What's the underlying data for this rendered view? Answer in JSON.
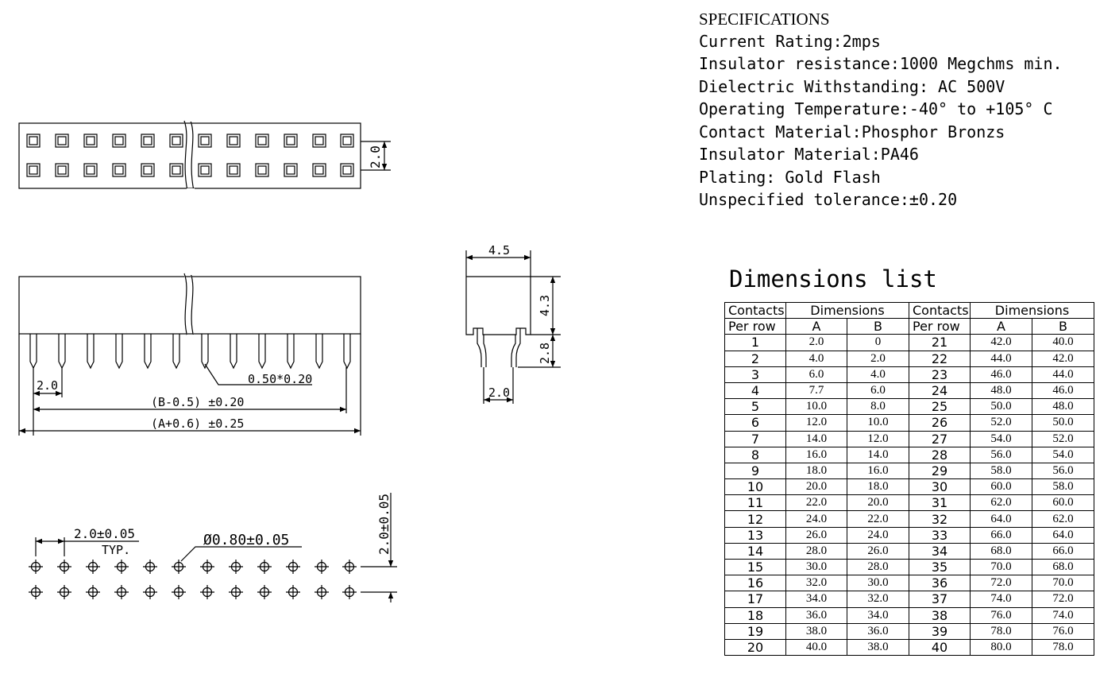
{
  "specifications": {
    "title": "SPECIFICATIONS",
    "lines": [
      "Current Rating:2mps",
      "Insulator resistance:1000 Megchms min.",
      "Dielectric Withstanding: AC 500V",
      "Operating Temperature:-40°  to +105° C",
      "Contact Material:Phosphor Bronzs",
      "Insulator Material:PA46",
      "Plating:  Gold Flash",
      "Unspecified tolerance:±0.20"
    ]
  },
  "dimensions_list": {
    "title": "Dimensions list",
    "headers": {
      "contacts_line1": "Contacts",
      "contacts_line2": "Per row",
      "dimensions": "Dimensions",
      "a": "A",
      "b": "B"
    },
    "rows": [
      [
        "1",
        "2.0",
        "0"
      ],
      [
        "2",
        "4.0",
        "2.0"
      ],
      [
        "3",
        "6.0",
        "4.0"
      ],
      [
        "4",
        "7.7",
        "6.0"
      ],
      [
        "5",
        "10.0",
        "8.0"
      ],
      [
        "6",
        "12.0",
        "10.0"
      ],
      [
        "7",
        "14.0",
        "12.0"
      ],
      [
        "8",
        "16.0",
        "14.0"
      ],
      [
        "9",
        "18.0",
        "16.0"
      ],
      [
        "10",
        "20.0",
        "18.0"
      ],
      [
        "11",
        "22.0",
        "20.0"
      ],
      [
        "12",
        "24.0",
        "22.0"
      ],
      [
        "13",
        "26.0",
        "24.0"
      ],
      [
        "14",
        "28.0",
        "26.0"
      ],
      [
        "15",
        "30.0",
        "28.0"
      ],
      [
        "16",
        "32.0",
        "30.0"
      ],
      [
        "17",
        "34.0",
        "32.0"
      ],
      [
        "18",
        "36.0",
        "34.0"
      ],
      [
        "19",
        "38.0",
        "36.0"
      ],
      [
        "20",
        "40.0",
        "38.0"
      ],
      [
        "21",
        "42.0",
        "40.0"
      ],
      [
        "22",
        "44.0",
        "42.0"
      ],
      [
        "23",
        "46.0",
        "44.0"
      ],
      [
        "24",
        "48.0",
        "46.0"
      ],
      [
        "25",
        "50.0",
        "48.0"
      ],
      [
        "26",
        "52.0",
        "50.0"
      ],
      [
        "27",
        "54.0",
        "52.0"
      ],
      [
        "28",
        "56.0",
        "54.0"
      ],
      [
        "29",
        "58.0",
        "56.0"
      ],
      [
        "30",
        "60.0",
        "58.0"
      ],
      [
        "31",
        "62.0",
        "60.0"
      ],
      [
        "32",
        "64.0",
        "62.0"
      ],
      [
        "33",
        "66.0",
        "64.0"
      ],
      [
        "34",
        "68.0",
        "66.0"
      ],
      [
        "35",
        "70.0",
        "68.0"
      ],
      [
        "36",
        "72.0",
        "70.0"
      ],
      [
        "37",
        "74.0",
        "72.0"
      ],
      [
        "38",
        "76.0",
        "74.0"
      ],
      [
        "39",
        "78.0",
        "76.0"
      ],
      [
        "40",
        "80.0",
        "78.0"
      ]
    ]
  },
  "drawing_labels": {
    "top_view_pitch": "2.0",
    "front_pitch": "2.0",
    "pin_size": "0.50*0.20",
    "dim_b": "(B-0.5) ±0.20",
    "dim_a": "(A+0.6) ±0.25",
    "side_width": "4.5",
    "side_height": "4.3",
    "side_pin_length": "2.8",
    "side_pin_pitch": "2.0",
    "pcb_pitch": "2.0±0.05",
    "pcb_typ": "TYP.",
    "pcb_hole": "Ø0.80±0.05",
    "pcb_row_pitch": "2.0±0.05"
  }
}
